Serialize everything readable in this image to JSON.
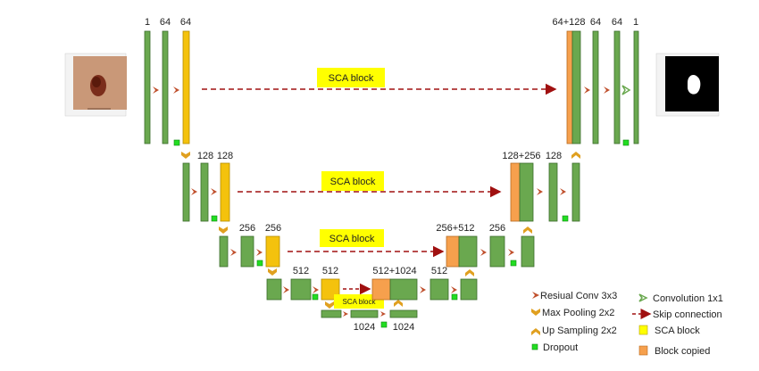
{
  "colors": {
    "conv": "#6aa84f",
    "conv_border": "#3b6b2b",
    "sca": "#f4c20d",
    "copied": "#f6a04d",
    "dropout": "#22dd22",
    "arrow": "#a0522d",
    "skip": "#a01010",
    "highlight": "#ffff00"
  },
  "icons": {
    "resconv": "chevron-right-icon",
    "maxpool": "chevron-down-icon",
    "upsample": "chevron-up-icon",
    "conv1x1": "chevron-right-outline-icon",
    "skip": "dashed-arrow-icon",
    "dropout": "square-icon"
  },
  "labels": {
    "l1_c1": "1",
    "l1_c2": "64",
    "l1_c3": "64",
    "l2_c1": "128",
    "l2_c2": "128",
    "l3_c1": "256",
    "l3_c2": "256",
    "l4_c1": "512",
    "l4_c2": "512",
    "b_in": "1024",
    "b_out": "1024",
    "d4_cat": "512+1024",
    "d4_c1": "512",
    "d3_cat": "256+512",
    "d3_c1": "256",
    "d2_cat": "128+256",
    "d2_c1": "128",
    "d1_cat": "64+128",
    "d1_c1": "64",
    "d1_c2": "64",
    "d1_out": "1"
  },
  "sca_labels": {
    "level1": "SCA block",
    "level2": "SCA block",
    "level3": "SCA block",
    "level4": "SCA block"
  },
  "legend": {
    "resconv": "Resiual Conv 3x3",
    "maxpool": "Max Pooling 2x2",
    "upsample": "Up Sampling 2x2",
    "dropout": "Dropout",
    "conv1x1": "Convolution 1x1",
    "skip": "Skip connection",
    "sca": "SCA block",
    "copied": "Block copied"
  }
}
